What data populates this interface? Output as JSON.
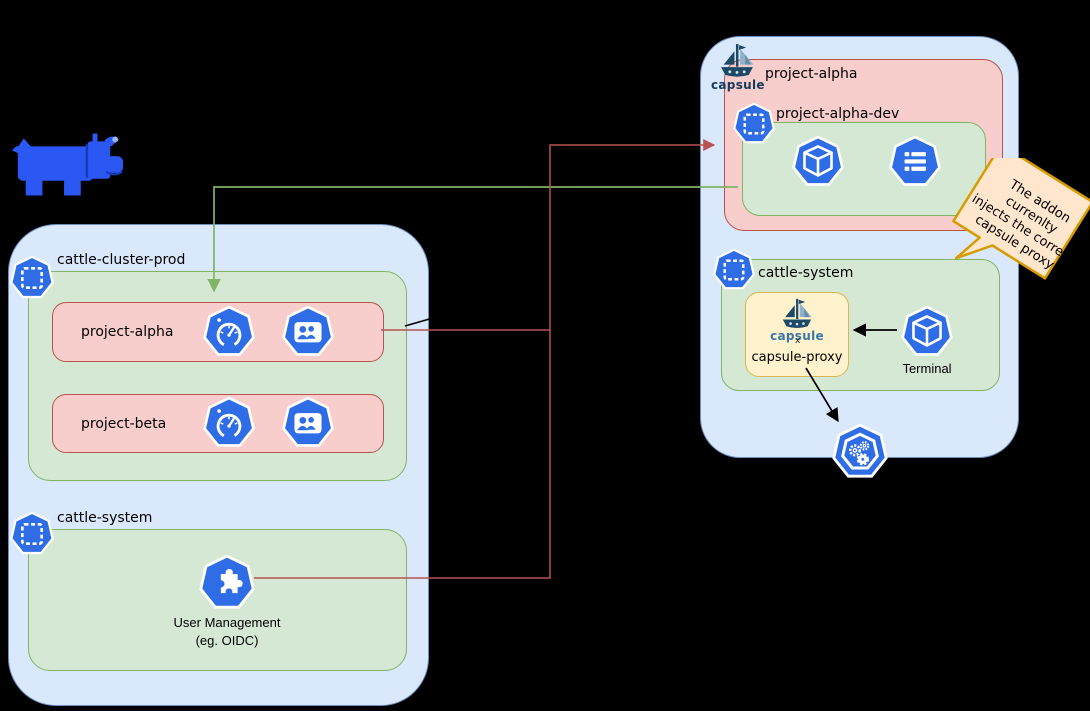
{
  "canvas": {
    "background": "#000000"
  },
  "colors": {
    "k8s_blue": "#2E6DE5",
    "container_blue_fill": "#DAE8FC",
    "green_fill": "#D5E8D4",
    "pink_fill": "#F8CECC",
    "yellow_fill": "#FFF2CC",
    "note_fill": "#FFE6CC",
    "note_stroke": "#D79B00",
    "red_edge": "#B85450",
    "green_edge": "#82B366",
    "black_edge": "#000000",
    "rancher_blue": "#2B57F2",
    "capsule_navy": "#1C4966"
  },
  "rancher": {
    "logo": "rancher-cow"
  },
  "left_cluster": {
    "name_label": "cattle-cluster-prod",
    "projects": [
      {
        "label": "project-alpha"
      },
      {
        "label": "project-beta"
      }
    ],
    "system": {
      "label": "cattle-system",
      "addon_caption_line1": "User Management",
      "addon_caption_line2": "(eg. OIDC)"
    }
  },
  "right_cluster": {
    "project": {
      "label": "project-alpha",
      "logo_text": "capsule"
    },
    "namespace": {
      "label": "project-alpha-dev"
    },
    "system": {
      "label": "cattle-system",
      "proxy": {
        "logo_text": "capsule",
        "logo_mark": "x",
        "label": "capsule-proxy"
      },
      "terminal_label": "Terminal"
    }
  },
  "note": {
    "lines": [
      "The addon currenlty",
      "injects the correct",
      "capsule proxy"
    ]
  }
}
